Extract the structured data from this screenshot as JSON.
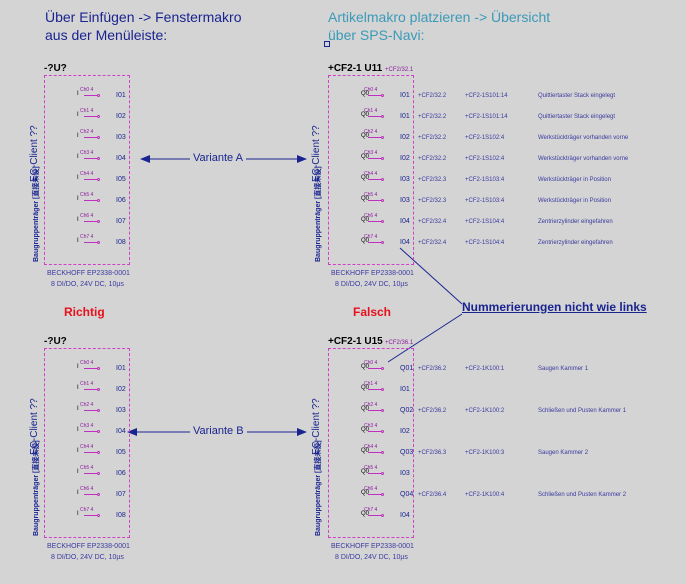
{
  "header": {
    "left_line1": "Über Einfügen -> Fenstermakro",
    "left_line2": "aus der Menüleiste:",
    "right_line1": "Artikelmakro platzieren -> Übersicht",
    "right_line2": "über SPS-Navi:"
  },
  "common": {
    "ec_client": "EC-Client ??",
    "baugruppe": "Baugruppenträger [直接未设]",
    "footer1": "BECKHOFF EP2338-0001",
    "footer2": "8 DI/DO, 24V DC, 10µs"
  },
  "boxes": {
    "top_left": {
      "name": "-?U?",
      "sub": "",
      "rows": [
        {
          "pin": "Ch0 4",
          "io": "I01"
        },
        {
          "pin": "Ch1 4",
          "io": "I02"
        },
        {
          "pin": "Ch2 4",
          "io": "I03"
        },
        {
          "pin": "Ch3 4",
          "io": "I04"
        },
        {
          "pin": "Ch4 4",
          "io": "I05"
        },
        {
          "pin": "Ch5 4",
          "io": "I06"
        },
        {
          "pin": "Ch6 4",
          "io": "I07"
        },
        {
          "pin": "Ch7 4",
          "io": "I08"
        }
      ]
    },
    "bottom_left": {
      "name": "-?U?",
      "sub": "",
      "rows": [
        {
          "pin": "Ch0 4",
          "io": "I01"
        },
        {
          "pin": "Ch1 4",
          "io": "I02"
        },
        {
          "pin": "Ch2 4",
          "io": "I03"
        },
        {
          "pin": "Ch3 4",
          "io": "I04"
        },
        {
          "pin": "Ch4 4",
          "io": "I05"
        },
        {
          "pin": "Ch5 4",
          "io": "I06"
        },
        {
          "pin": "Ch6 4",
          "io": "I07"
        },
        {
          "pin": "Ch7 4",
          "io": "I08"
        }
      ]
    },
    "top_right": {
      "name": "+CF2-1 U11",
      "sub": "+CF2/32.1",
      "rows": [
        {
          "pin": "Ch0 4",
          "io": "I01",
          "ref": "+CF2/32.2",
          "tag": "+CF2-1S101:14",
          "desc": "Quittiertaster Stack eingelegt"
        },
        {
          "pin": "Ch1 4",
          "io": "I01",
          "ref": "+CF2/32.2",
          "tag": "+CF2-1S101:14",
          "desc": "Quittiertaster Stack eingelegt"
        },
        {
          "pin": "Ch2 4",
          "io": "I02",
          "ref": "+CF2/32.2",
          "tag": "+CF2-1S102:4",
          "desc": "Werkstückträger vorhanden vorne"
        },
        {
          "pin": "Ch3 4",
          "io": "I02",
          "ref": "+CF2/32.2",
          "tag": "+CF2-1S102:4",
          "desc": "Werkstückträger vorhanden vorne"
        },
        {
          "pin": "Ch4 4",
          "io": "I03",
          "ref": "+CF2/32.3",
          "tag": "+CF2-1S103:4",
          "desc": "Werkstückträger in Position"
        },
        {
          "pin": "Ch5 4",
          "io": "I03",
          "ref": "+CF2/32.3",
          "tag": "+CF2-1S103:4",
          "desc": "Werkstückträger in Position"
        },
        {
          "pin": "Ch6 4",
          "io": "I04",
          "ref": "+CF2/32.4",
          "tag": "+CF2-1S104:4",
          "desc": "Zentrierzylinder eingefahren"
        },
        {
          "pin": "Ch7 4",
          "io": "I04",
          "ref": "+CF2/32.4",
          "tag": "+CF2-1S104:4",
          "desc": "Zentrierzylinder eingefahren"
        }
      ]
    },
    "bottom_right": {
      "name": "+CF2-1 U15",
      "sub": "+CF2/36.1",
      "rows": [
        {
          "pin": "Ch0 4",
          "io": "Q01",
          "ref": "+CF2/36.2",
          "tag": "+CF2-1K100:1",
          "desc": "Saugen Kammer 1"
        },
        {
          "pin": "Ch1 4",
          "io": "I01",
          "ref": "",
          "tag": "",
          "desc": ""
        },
        {
          "pin": "Ch2 4",
          "io": "Q02",
          "ref": "+CF2/36.2",
          "tag": "+CF2-1K100:2",
          "desc": "Schließen und Pusten Kammer 1"
        },
        {
          "pin": "Ch3 4",
          "io": "I02",
          "ref": "",
          "tag": "",
          "desc": ""
        },
        {
          "pin": "Ch4 4",
          "io": "Q03",
          "ref": "+CF2/36.3",
          "tag": "+CF2-1K100:3",
          "desc": "Saugen Kammer 2"
        },
        {
          "pin": "Ch5 4",
          "io": "I03",
          "ref": "",
          "tag": "",
          "desc": ""
        },
        {
          "pin": "Ch6 4",
          "io": "Q04",
          "ref": "+CF2/36.4",
          "tag": "+CF2-1K100:4",
          "desc": "Schließen und Pusten Kammer 2"
        },
        {
          "pin": "Ch7 4",
          "io": "I04",
          "ref": "",
          "tag": "",
          "desc": ""
        }
      ]
    }
  },
  "labels": {
    "variant_a": "Variante A",
    "variant_b": "Variante B",
    "richtig": "Richtig",
    "falsch": "Falsch",
    "note": "Nummerierungen nicht wie links"
  },
  "colors": {
    "background": "#d4d4d4",
    "box_border": "#d040c8",
    "accent_blue": "#1a2490",
    "header_right": "#3a9ab8",
    "red": "#e8101c"
  }
}
